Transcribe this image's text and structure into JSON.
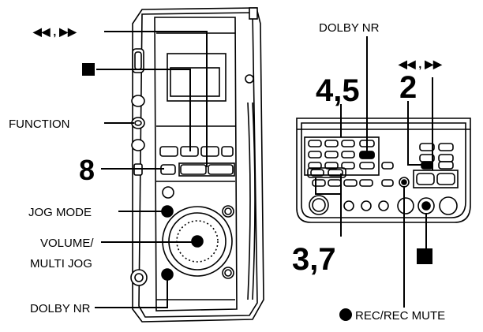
{
  "labels": {
    "rew_ff_left": "◀◀ , ▶▶",
    "function": "FUNCTION",
    "step_8": "8",
    "jog_mode": "JOG MODE",
    "volume_line1": "VOLUME/",
    "volume_line2": "MULTI JOG",
    "dolby_nr_left": "DOLBY NR",
    "dolby_nr_right": "DOLBY NR",
    "steps_4_5": "4,5",
    "step_2": "2",
    "rew_ff_right": "◀◀ , ▶▶",
    "steps_3_7": "3,7",
    "rec_mute": "REC/REC MUTE"
  }
}
